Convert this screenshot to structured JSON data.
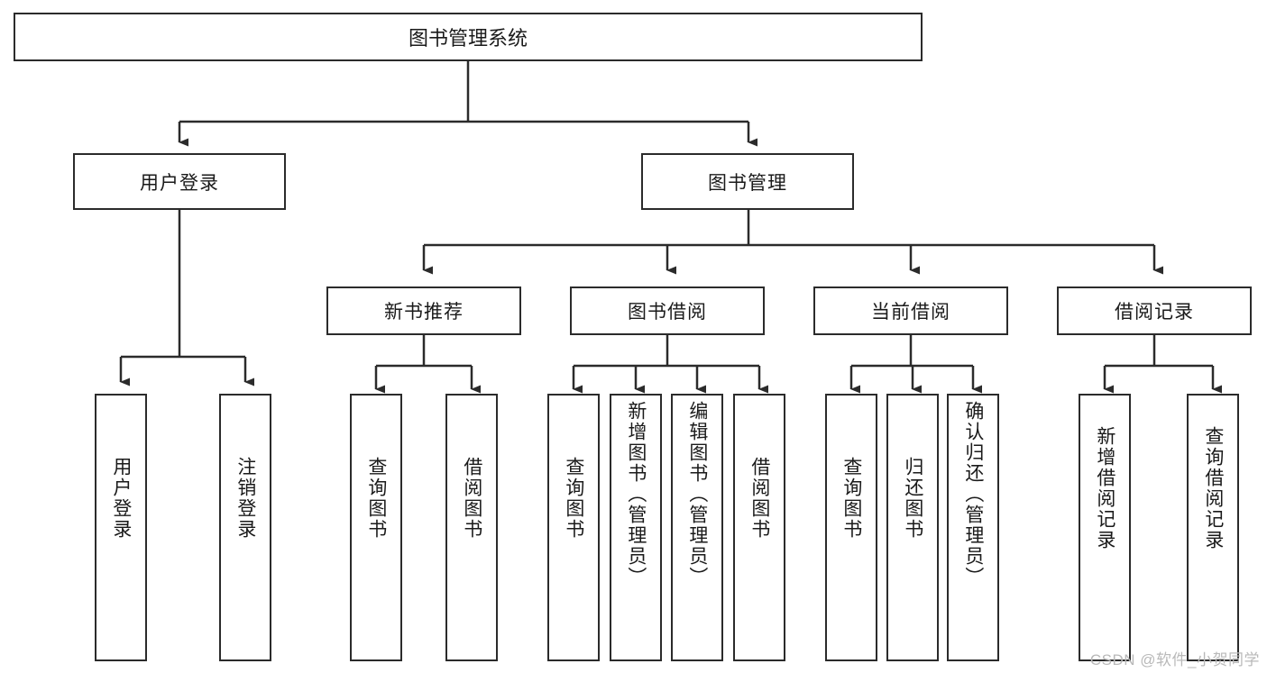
{
  "diagram": {
    "title": "图书管理系统",
    "type": "hierarchy-tree",
    "root": {
      "label": "图书管理系统"
    },
    "level2": [
      {
        "label": "用户登录"
      },
      {
        "label": "图书管理"
      }
    ],
    "level3": [
      {
        "label": "新书推荐"
      },
      {
        "label": "图书借阅"
      },
      {
        "label": "当前借阅"
      },
      {
        "label": "借阅记录"
      }
    ],
    "leaves": {
      "user_login": [
        "用户登录",
        "注销登录"
      ],
      "new_book_recommend": [
        "查询图书",
        "借阅图书"
      ],
      "book_borrow": [
        "查询图书",
        "新增图书（管理员）",
        "编辑图书（管理员）",
        "借阅图书"
      ],
      "current_borrow": [
        "查询图书",
        "归还图书",
        "确认归还（管理员）"
      ],
      "borrow_record": [
        "新增借阅记录",
        "查询借阅记录"
      ]
    }
  },
  "watermark": {
    "text": "CSDN @软件_小贺同学"
  },
  "colors": {
    "stroke": "#2b2b2b",
    "background": "#ffffff",
    "text": "#1a1a1a",
    "watermark": "#b9b9b9"
  }
}
